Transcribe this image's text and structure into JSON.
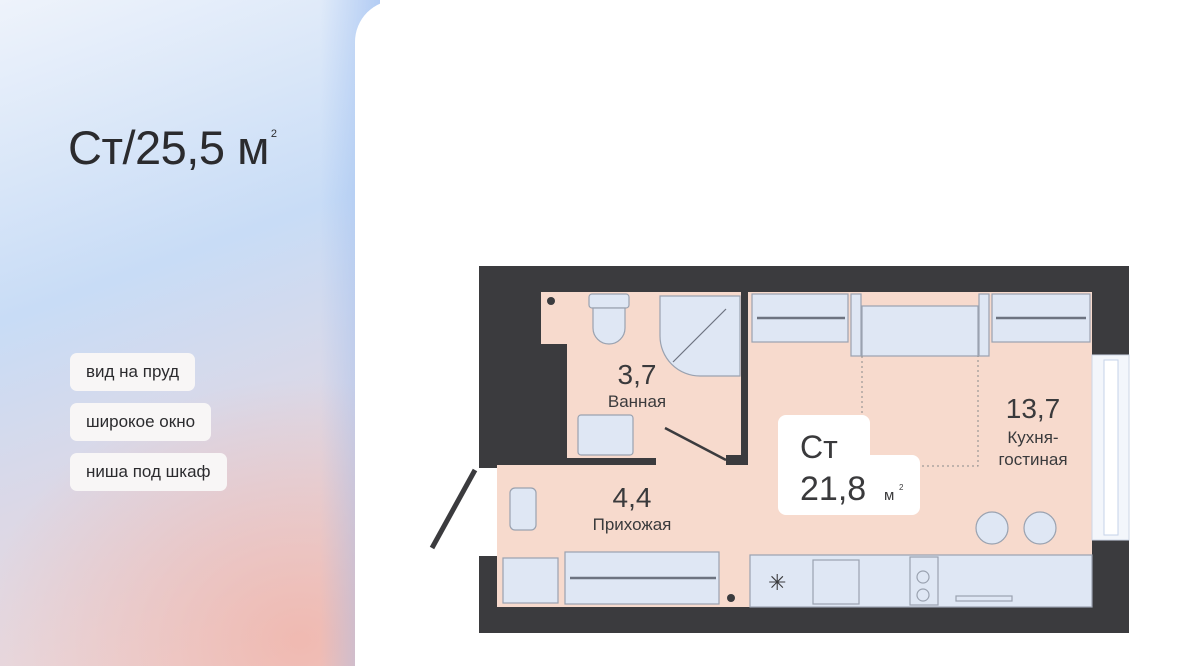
{
  "apartment": {
    "type": "Ст",
    "total_area": "25,5",
    "unit": "м",
    "unit_power": "2"
  },
  "features": [
    "вид на пруд",
    "широкое окно",
    "ниша под шкаф"
  ],
  "plan": {
    "summary": {
      "type": "Ст",
      "area": "21,8",
      "unit": "м",
      "unit_power": "2"
    },
    "rooms": [
      {
        "area": "3,7",
        "name": "Ванная"
      },
      {
        "area": "4,4",
        "name": "Прихожая"
      },
      {
        "area": "13,7",
        "name": "Кухня-",
        "name2": "гостиная"
      }
    ]
  },
  "colors": {
    "wall": "#3b3b3e",
    "floor": "#f7dacd",
    "furniture": "#d5e1f3"
  }
}
